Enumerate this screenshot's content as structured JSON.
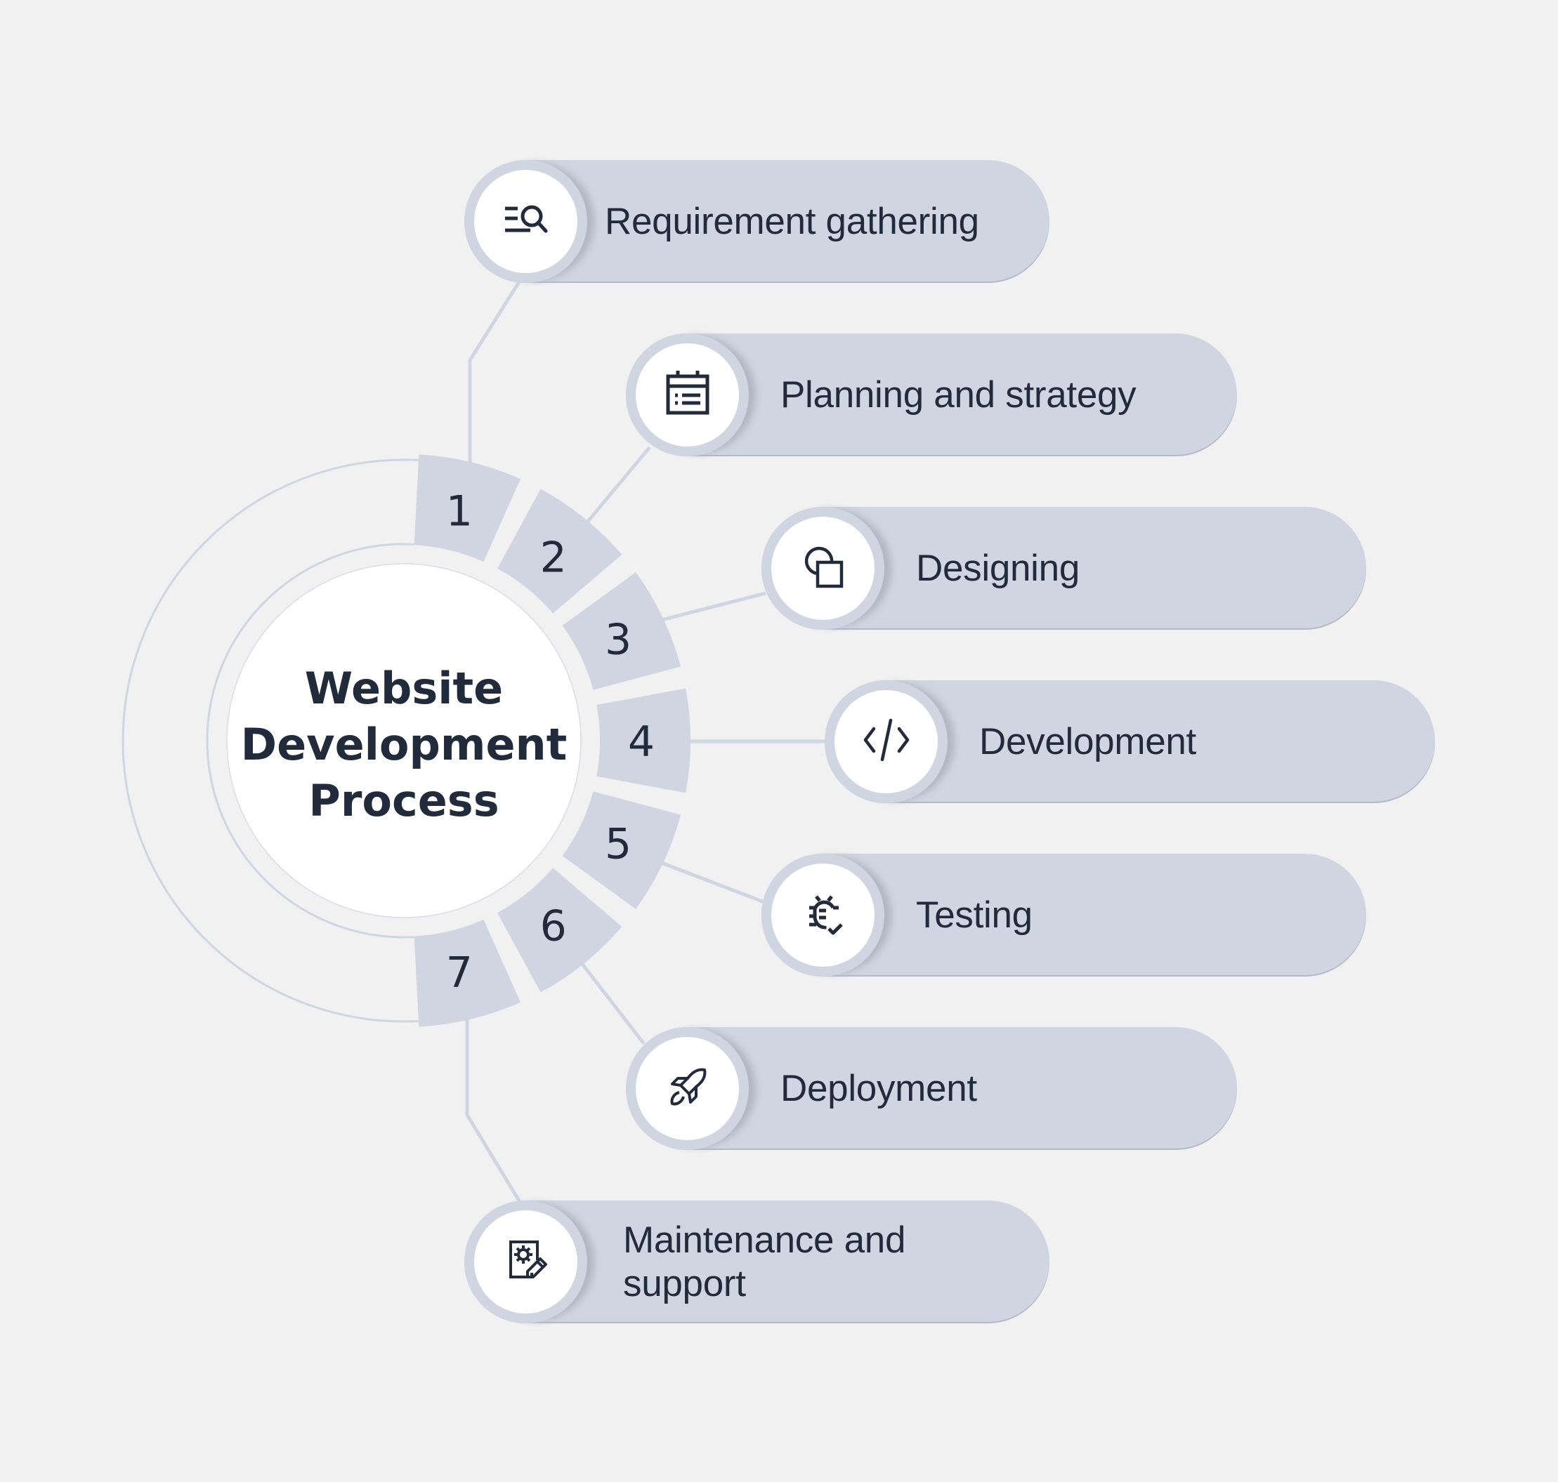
{
  "title": {
    "lines": [
      "Website",
      "Development",
      "Process"
    ]
  },
  "colors": {
    "background": "#f1f1f1",
    "segment": "#cfd5e1",
    "connector": "#cfd5e1",
    "text": "#222b3b",
    "icon_bg": "#ffffff"
  },
  "steps": [
    {
      "number": "1",
      "label": "Requirement gathering",
      "icon": "list-search-icon"
    },
    {
      "number": "2",
      "label": "Planning and strategy",
      "icon": "calendar-list-icon"
    },
    {
      "number": "3",
      "label": "Designing",
      "icon": "shapes-icon"
    },
    {
      "number": "4",
      "label": "Development",
      "icon": "code-icon"
    },
    {
      "number": "5",
      "label": "Testing",
      "icon": "bug-check-icon"
    },
    {
      "number": "6",
      "label": "Deployment",
      "icon": "rocket-icon"
    },
    {
      "number": "7",
      "label": "Maintenance and support",
      "icon": "settings-edit-icon"
    }
  ]
}
